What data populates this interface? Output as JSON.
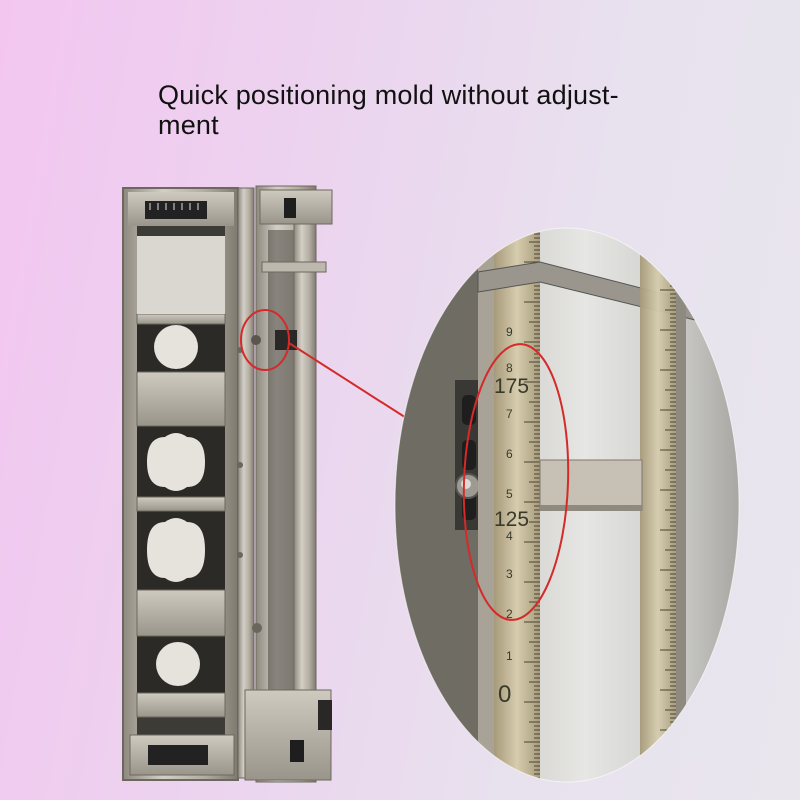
{
  "headline": {
    "line1": "Quick positioning mold without adjust-",
    "line2": "ment"
  },
  "magnifier": {
    "ruler_labels": [
      "175",
      "125",
      "0"
    ],
    "ruler_digits": [
      "9",
      "8",
      "7",
      "6",
      "5",
      "4",
      "3",
      "2",
      "1"
    ]
  },
  "colors": {
    "background_left": "#f3c6f0",
    "background_right": "#e9e6ee",
    "metal": "#b9b4aa",
    "highlight": "#d42a2a"
  }
}
